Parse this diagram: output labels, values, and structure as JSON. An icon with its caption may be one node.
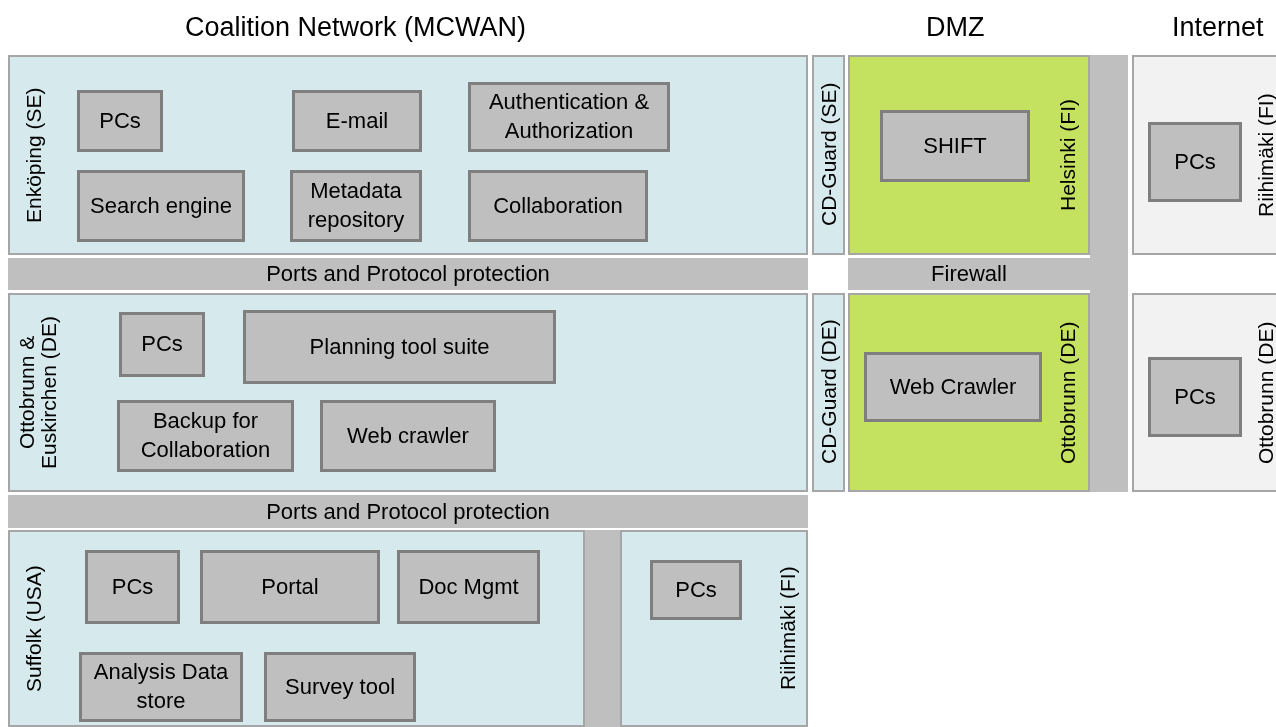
{
  "diagram": {
    "nodes": [
      {
        "text": [
          "Enköping (SE)"
        ]
      },
      {
        "text": [
          "PCs"
        ],
        "in": 0
      },
      {
        "text": [
          "E-mail"
        ],
        "in": 0
      },
      {
        "text": [
          "Authentication & Authorization"
        ],
        "in": 0
      },
      {
        "text": [
          "Search engine"
        ],
        "in": 0
      },
      {
        "text": [
          "Metadata repository"
        ],
        "in": 0
      },
      {
        "text": [
          "Collaboration"
        ],
        "in": 0
      },
      {
        "text": [
          "Ports and Protocol protection"
        ]
      },
      {
        "text": [
          "Ottobrunn & Euskirchen (DE)"
        ]
      },
      {
        "text": [
          "PCs"
        ],
        "in": 8
      },
      {
        "text": [
          "Planning tool suite"
        ],
        "in": 8
      },
      {
        "text": [
          "Backup for Collaboration"
        ],
        "in": 8
      },
      {
        "text": [
          "Web crawler"
        ],
        "in": 8
      },
      {
        "text": [
          "Ports and Protocol protection"
        ]
      },
      {
        "text": [
          "Suffolk (USA)"
        ]
      },
      {
        "text": [
          "PCs"
        ],
        "in": 14
      },
      {
        "text": [
          "Portal"
        ],
        "in": 14
      },
      {
        "text": [
          "Doc Mgmt"
        ],
        "in": 14
      },
      {
        "text": [
          "Analysis Data store"
        ],
        "in": 14
      },
      {
        "text": [
          "Survey tool"
        ],
        "in": 14
      },
      {
        "text": [
          "Riihimäki (FI)"
        ]
      },
      {
        "text": [
          "PCs"
        ],
        "in": 20
      },
      {
        "text": [
          "CD-Guard (SE)"
        ]
      },
      {
        "text": [
          "CD-Guard (DE)"
        ]
      },
      {
        "text": [
          "Helsinki (FI)"
        ]
      },
      {
        "text": [
          "SHIFT"
        ],
        "in": 24
      },
      {
        "text": [
          "Firewall"
        ]
      },
      {
        "text": [
          "Ottobrunn (DE)"
        ]
      },
      {
        "text": [
          "Web Crawler"
        ],
        "in": 27
      },
      {
        "text": [
          "Riihimäki (FI)"
        ]
      },
      {
        "text": [
          "PCs"
        ],
        "in": 29
      },
      {
        "text": [
          "Ottobrunn (DE)"
        ]
      },
      {
        "text": [
          "PCs"
        ],
        "in": 31
      },
      {
        "text": [],
        "shape": "bar"
      },
      {
        "text": [],
        "shape": "bar"
      }
    ],
    "labels": [
      "Coalition Network (MCWAN)",
      "DMZ",
      "Internet"
    ]
  }
}
